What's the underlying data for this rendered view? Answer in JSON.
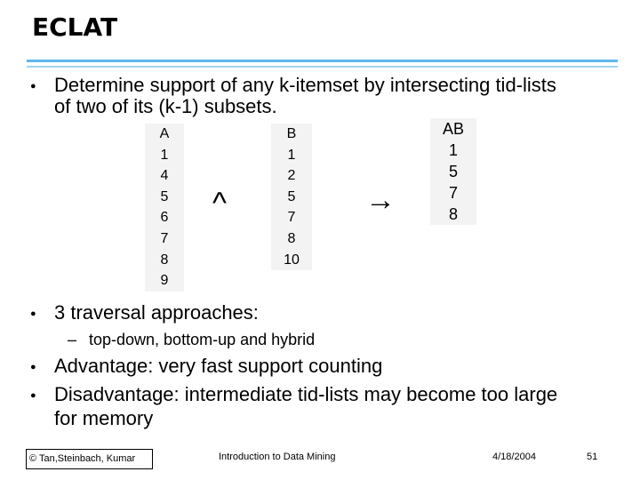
{
  "slide": {
    "title": "ECLAT",
    "bullets": [
      {
        "line1": "Determine support of any k-itemset by intersecting tid-lists",
        "line2": "of two of its (k-1) subsets."
      },
      {
        "line1": "3 traversal approaches:"
      },
      {
        "line1": "Advantage: very fast support counting"
      },
      {
        "line1": "Disadvantage: intermediate tid-lists may become too large",
        "line2": "for memory"
      }
    ],
    "sub_bullet_dash": "–",
    "sub_bullet": "top-down, bottom-up and hybrid",
    "bullet_glyph": "●"
  },
  "tidlists": {
    "A": {
      "header": "A",
      "values": [
        "1",
        "4",
        "5",
        "6",
        "7",
        "8",
        "9"
      ]
    },
    "B": {
      "header": "B",
      "values": [
        "1",
        "2",
        "5",
        "7",
        "8",
        "10"
      ]
    },
    "AB": {
      "header": "AB",
      "values": [
        "1",
        "5",
        "7",
        "8"
      ]
    },
    "intersect_symbol": "^",
    "arrow_symbol": "→"
  },
  "footer": {
    "copyright": "© Tan,Steinbach, Kumar",
    "course": "Introduction to Data Mining",
    "date": "4/18/2004",
    "page": "51"
  },
  "colors": {
    "rule_primary": "#5fb8ec",
    "rule_secondary": "#9fd4f4",
    "table_bg": "#f3f3f3"
  }
}
